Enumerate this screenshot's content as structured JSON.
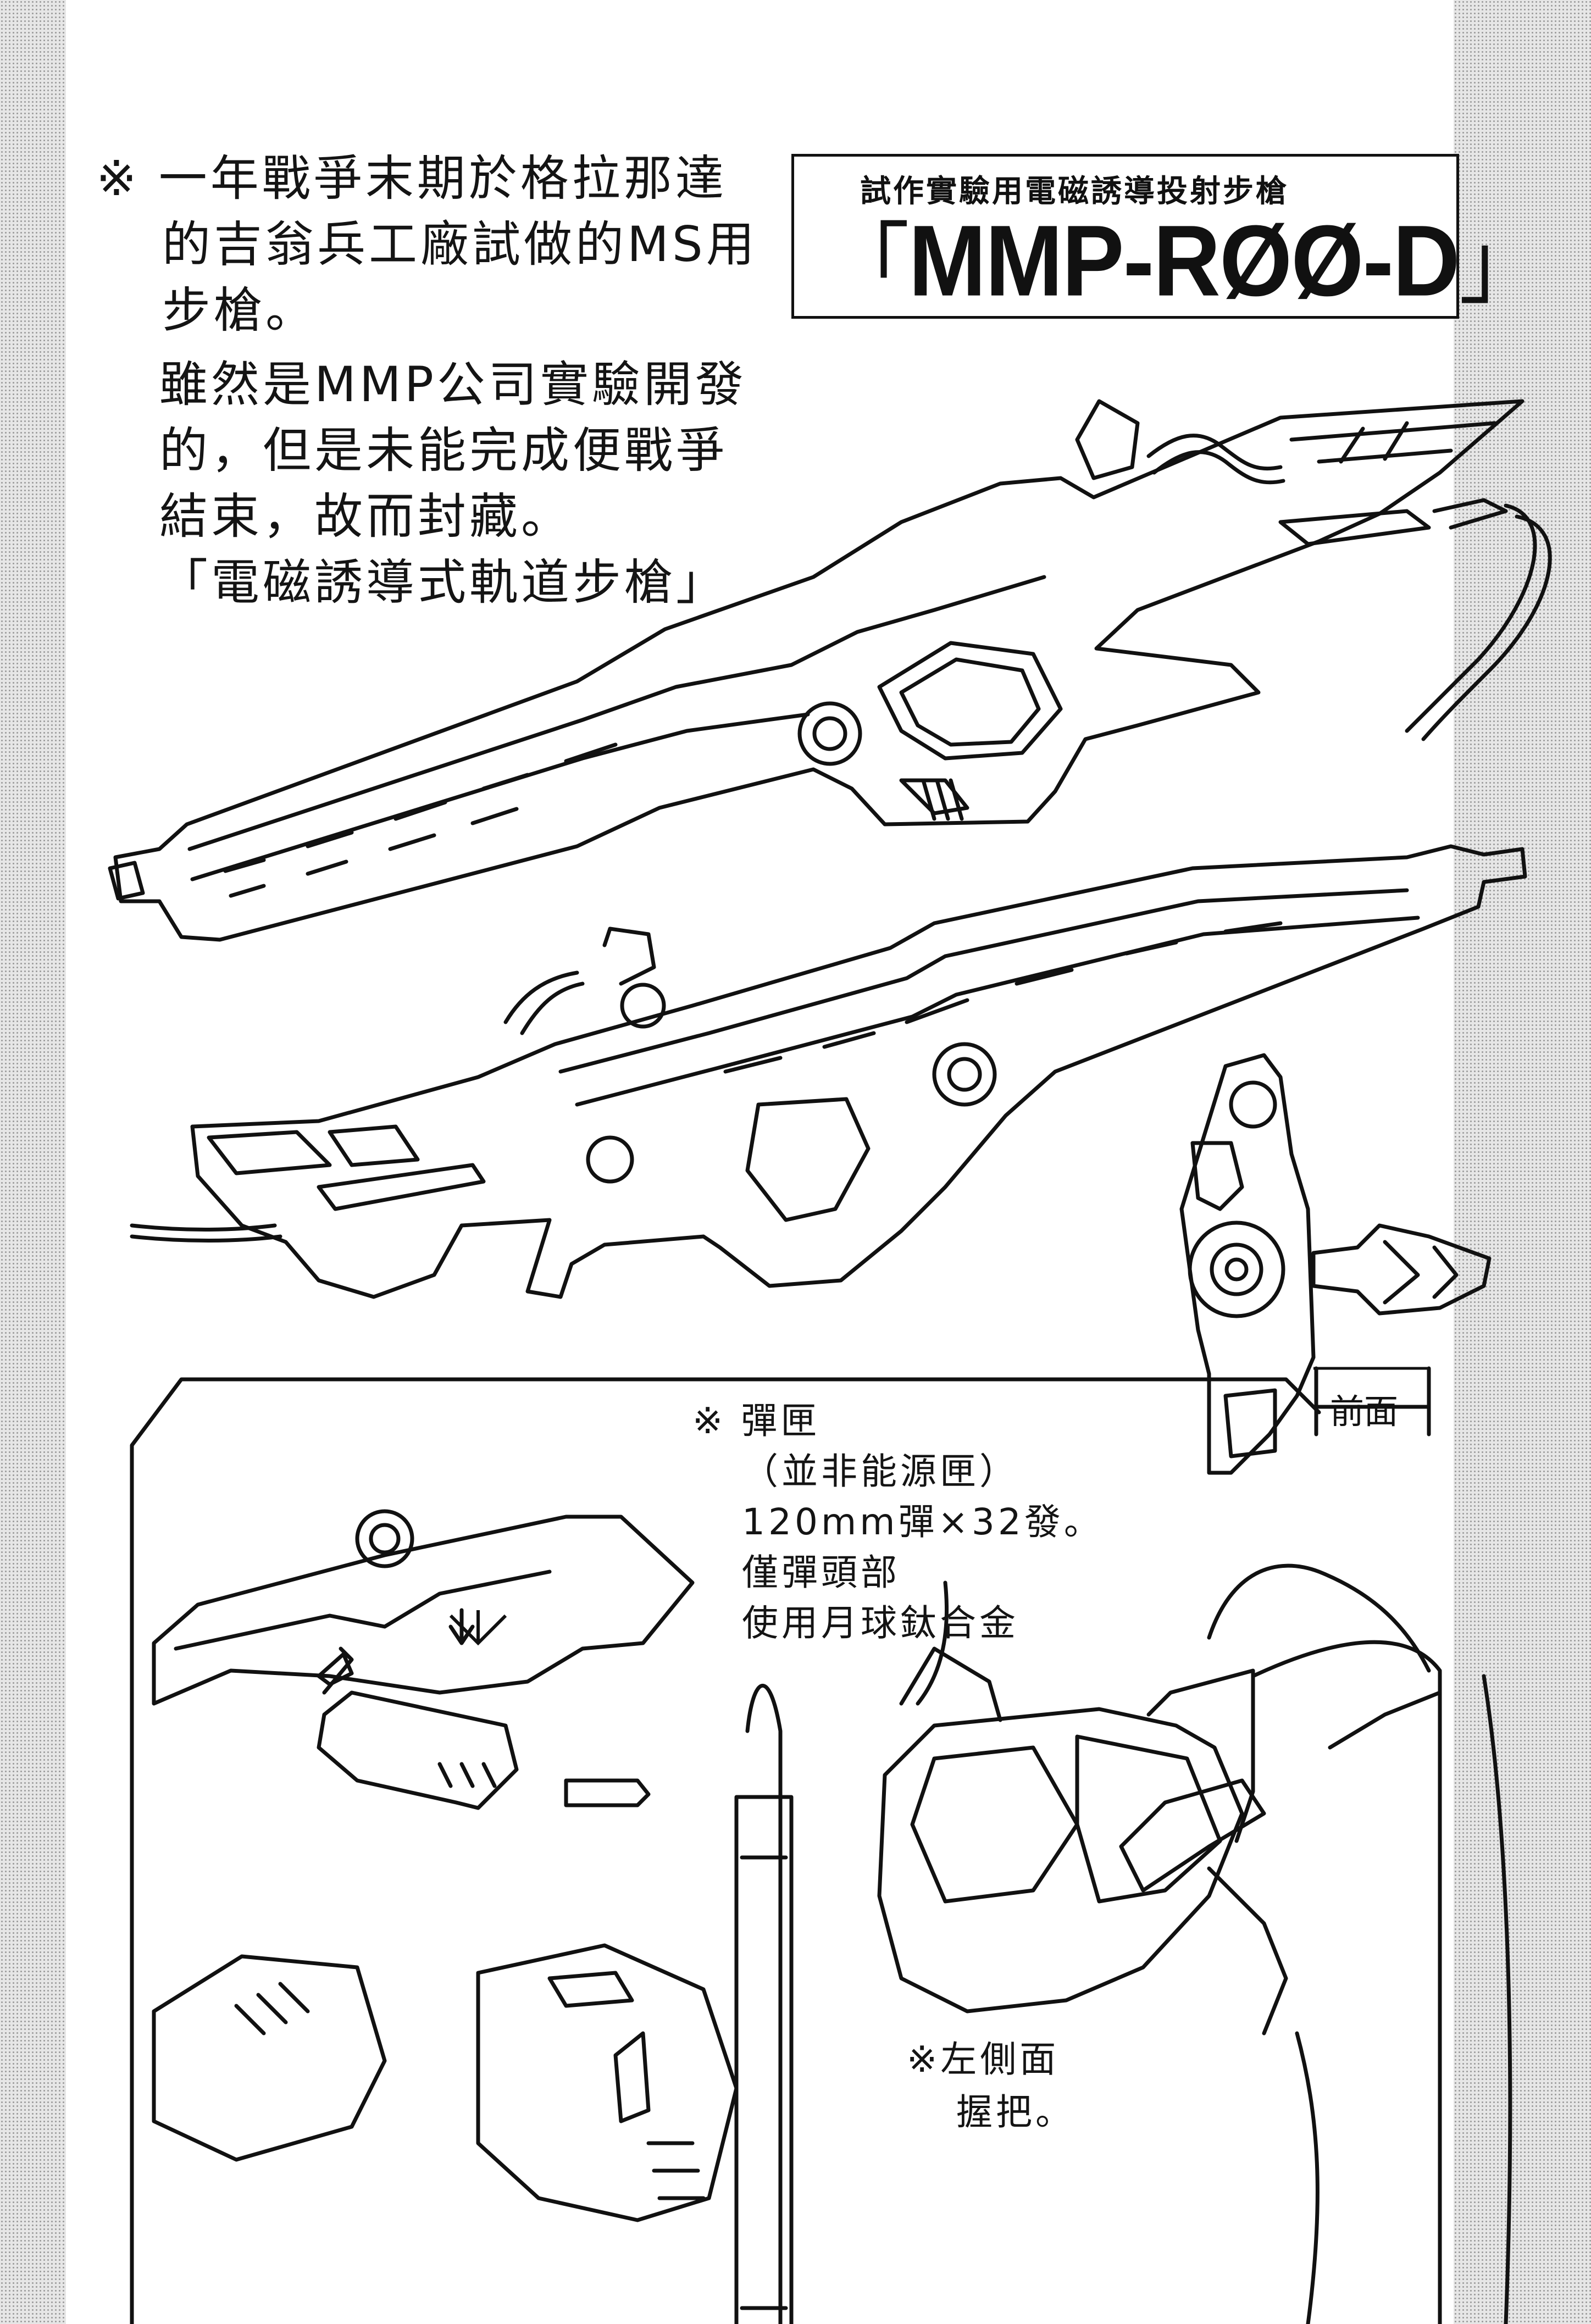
{
  "notes": {
    "intro": {
      "line1": "※ 一年戰爭末期於格拉那達",
      "line2": "的吉翁兵工廠試做的MS用",
      "line3": "步槍。"
    },
    "development": {
      "line1": "雖然是MMP公司實驗開發",
      "line2": "的，但是未能完成便戰爭",
      "line3": "結束，故而封藏。",
      "line4": "「電磁誘導式軌道步槍」"
    },
    "magazine": {
      "line1": "※ 彈匣",
      "line2": "（並非能源匣）",
      "line3": "120mm彈×32發。",
      "line4": "僅彈頭部",
      "line5": "使用月球鈦合金"
    },
    "grip": {
      "line1": "※左側面",
      "line2": "握把。"
    }
  },
  "title": {
    "subtitle": "試作實驗用電磁誘導投射步槍",
    "open_bracket": "「",
    "name": "MMP-RØØ-D",
    "close_bracket": "」"
  },
  "labels": {
    "front_view": "前面"
  },
  "colors": {
    "ink": "#111111",
    "paper": "#ffffff",
    "screentone": "#e6e6e6"
  }
}
